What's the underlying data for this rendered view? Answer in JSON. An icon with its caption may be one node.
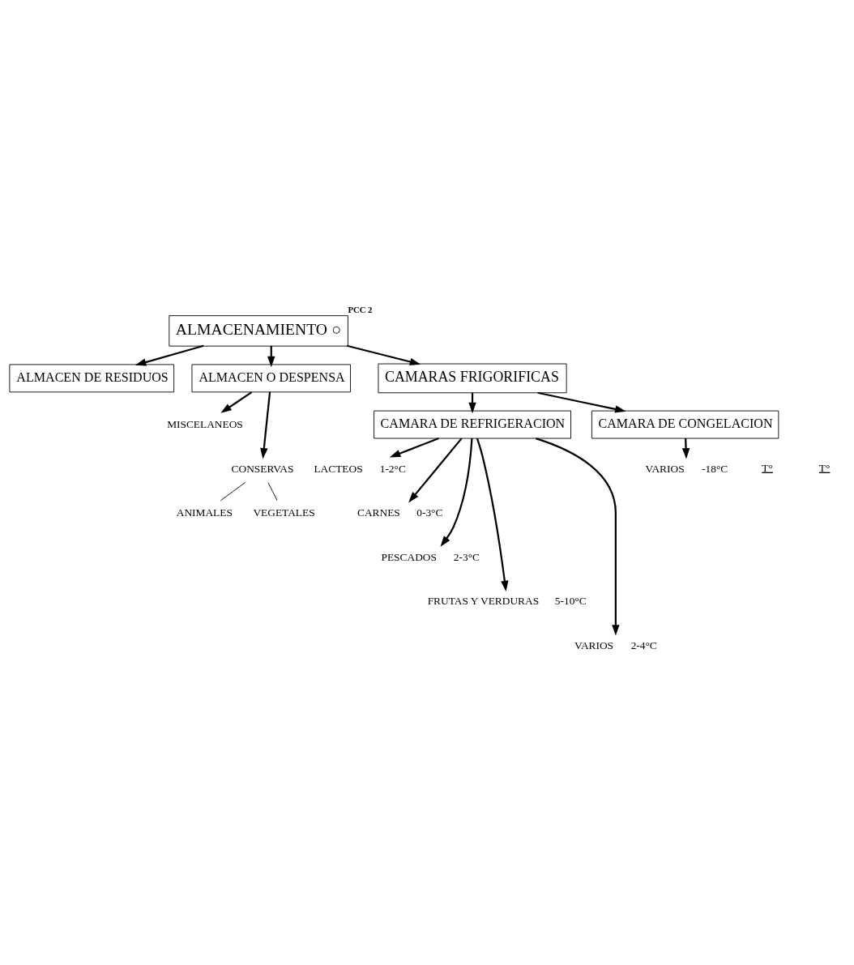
{
  "diagram": {
    "nodes": [
      {
        "text": [
          "ALMACENAMIENTO ○"
        ],
        "beside": [
          "PCC 2"
        ]
      },
      {
        "text": [
          "ALMACEN DE RESIDUOS"
        ]
      },
      {
        "text": [
          "ALMACEN O DESPENSA"
        ]
      },
      {
        "text": [
          "MISCELANEOS"
        ]
      },
      {
        "text": [
          "CONSERVAS"
        ]
      },
      {
        "text": [
          "ANIMALES"
        ]
      },
      {
        "text": [
          "VEGETALES"
        ]
      },
      {
        "text": [
          "CAMARAS FRIGORIFICAS"
        ]
      },
      {
        "text": [
          "CAMARA DE REFRIGERACION"
        ]
      },
      {
        "text": [
          "CAMARA DE CONGELACION"
        ]
      },
      {
        "text": [
          "LACTEOS"
        ],
        "beside": [
          "1-2°C"
        ]
      },
      {
        "text": [
          "CARNES"
        ],
        "beside": [
          "0-3°C"
        ]
      },
      {
        "text": [
          "PESCADOS"
        ],
        "beside": [
          "2-3°C"
        ]
      },
      {
        "text": [
          "FRUTAS Y VERDURAS"
        ],
        "beside": [
          "5-10°C"
        ]
      },
      {
        "text": [
          "VARIOS"
        ],
        "beside": [
          "2-4°C"
        ]
      },
      {
        "text": [
          "VARIOS"
        ],
        "beside": [
          "-18°C"
        ]
      }
    ],
    "edges": [
      {
        "from": 0,
        "to": 1,
        "arrow": "to"
      },
      {
        "from": 0,
        "to": 7,
        "arrow": "to"
      },
      {
        "from": 0,
        "to": 2,
        "arrow": "to"
      },
      {
        "from": 2,
        "to": 3,
        "arrow": "to"
      },
      {
        "from": 2,
        "to": 4,
        "arrow": "to"
      },
      {
        "from": 4,
        "to": 5,
        "arrow": "none"
      },
      {
        "from": 4,
        "to": 6,
        "arrow": "none"
      },
      {
        "from": 7,
        "to": 8,
        "arrow": "to"
      },
      {
        "from": 7,
        "to": 9,
        "arrow": "to"
      },
      {
        "from": 8,
        "to": 10,
        "arrow": "to"
      },
      {
        "from": 8,
        "to": 11,
        "arrow": "to"
      },
      {
        "from": 8,
        "to": 12,
        "arrow": "to"
      },
      {
        "from": 8,
        "to": 13,
        "arrow": "to"
      },
      {
        "from": 8,
        "to": 14,
        "arrow": "to"
      },
      {
        "from": 9,
        "to": 15,
        "arrow": "to"
      }
    ],
    "labels": [
      "T°",
      "T°"
    ]
  }
}
